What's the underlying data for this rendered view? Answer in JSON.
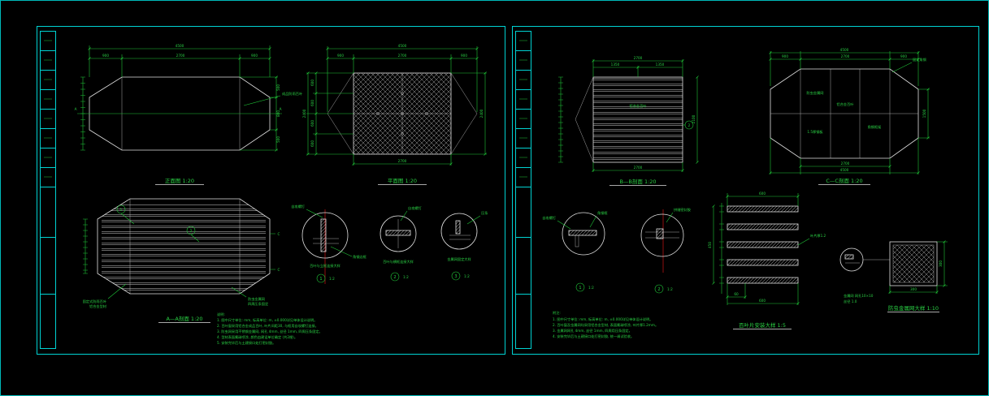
{
  "colors": {
    "background": "#000000",
    "sheet_border": "#00d2d2",
    "geometry": "#e0e0e0",
    "dimension": "#22c93c",
    "accent_red": "#a01010"
  },
  "left_sheet": {
    "front_view": {
      "title": "正面图 1:20",
      "dim_total_top": "4500",
      "dims_top": [
        "900",
        "2700",
        "900"
      ],
      "dims_right": [
        "500",
        "800",
        "500"
      ],
      "leader": "成品防雨百叶",
      "section_letter": "A"
    },
    "plan_view": {
      "title": "平面图 1:20",
      "dim_total_top": "4500",
      "dims_top": [
        "900",
        "2700",
        "900"
      ],
      "dims_left": [
        "600",
        "600",
        "600",
        "600"
      ],
      "dim_left_total": "2400",
      "dim_bottom": "2700",
      "dim_right": "2400"
    },
    "section_aa": {
      "title": "A—A剖面 1:20",
      "markers": [
        "1",
        "2"
      ],
      "leader_left": [
        "固定式防雨百叶",
        "铝合金型材"
      ],
      "leader_right": [
        "防虫金属网",
        "四周压条固定"
      ],
      "section_letter": "C"
    },
    "details": [
      {
        "num": "1",
        "scale": "1:2",
        "caption": "百叶与立框连接大样",
        "note_top": "自攻螺钉",
        "note_side": "角钢边框"
      },
      {
        "num": "2",
        "scale": "1:2",
        "caption": "百叶与横框连接大样",
        "note_top": "自攻螺钉"
      },
      {
        "num": "3",
        "scale": "1:2",
        "caption": "金属网固定大样",
        "note_top": "压条"
      }
    ],
    "notes": {
      "header": "说明:",
      "lines": [
        "1. 图中尺寸单位: mm, 标高单位: m, ±0.000详见单体设计说明。",
        "2. 百叶窗采用铝合金成品百叶, 叶片间距30, 与框用自攻螺钉连接。",
        "3. 防虫网采用不锈钢金属网, 网孔 4mm, 丝径 1mm, 四周压条固定。",
        "4. 型材表面氟碳喷涂, 颜色由建设单位确定 (共2樘)。",
        "5. 安装完毕后与土建接口处打密封胶。"
      ]
    }
  },
  "right_sheet": {
    "section_bb": {
      "title": "B—B剖面 1:20",
      "dim_total_top": "2700",
      "dims_top": [
        "1350",
        "1350"
      ],
      "dim_right": "2100",
      "dim_bottom": "2700",
      "marker": "2",
      "inner_label": "铝合金百叶"
    },
    "section_cc": {
      "title": "C—C剖面 1:20",
      "dim_total_top": "4500",
      "dims_top": [
        "900",
        "2700",
        "900"
      ],
      "dim_right": "1500",
      "dim_bottom": "2700",
      "dim_bottom_total": "4500",
      "cell_labels": [
        "防虫金属网",
        "铝合金百叶",
        "角钢框架",
        "1.5厚钢板"
      ],
      "leader": "固定角钢"
    },
    "details": [
      {
        "num": "1",
        "scale": "1:2",
        "note_left": "自攻螺钉",
        "note_top": "角钢框"
      },
      {
        "num": "2",
        "scale": "1:2",
        "note_top": "拼缝密封胶"
      }
    ],
    "louver_detail": {
      "title": "百叶片安装大样 1:5",
      "leader": "叶片厚1.2",
      "dim_top": "600",
      "dim_seg": "60",
      "dim_bottom": "600",
      "dim_left": "450"
    },
    "mesh_detail": {
      "title": "防虫金属网大样 1:10",
      "sub_lines": [
        "金属网 网孔10×10",
        "丝径 1.0"
      ],
      "dim_right": "300",
      "dim_bottom": "300"
    },
    "notes": {
      "header": "附注:",
      "lines": [
        "1. 图中尺寸单位: mm, 标高单位: m, ±0.000详见单体设计说明。",
        "2. 百叶窗及金属网均采用铝合金型材, 表面氟碳喷涂, 叶片厚1.2mm。",
        "3. 金属网网孔 4mm, 丝径 1mm, 四周用压条固定。",
        "4. 安装完毕后与土建接口处打密封胶, 统一调试验收。"
      ]
    }
  }
}
